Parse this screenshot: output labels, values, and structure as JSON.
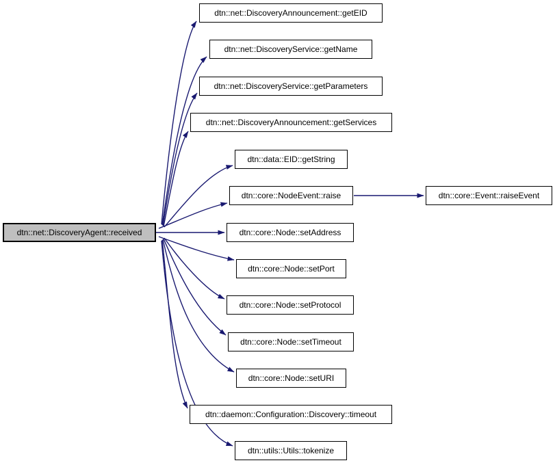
{
  "diagram": {
    "type": "call-graph",
    "background_color": "#ffffff",
    "colors": {
      "edge": "#191970",
      "node_border": "#000000",
      "node_fill": "#ffffff",
      "highlight_fill": "#bfbfbf",
      "text": "#000000"
    },
    "nodes": [
      {
        "id": "received",
        "label": "dtn::net::DiscoveryAgent::received",
        "highlighted": true
      },
      {
        "id": "geteid",
        "label": "dtn::net::DiscoveryAnnouncement::getEID",
        "highlighted": false
      },
      {
        "id": "getname",
        "label": "dtn::net::DiscoveryService::getName",
        "highlighted": false
      },
      {
        "id": "getparameters",
        "label": "dtn::net::DiscoveryService::getParameters",
        "highlighted": false
      },
      {
        "id": "getservices",
        "label": "dtn::net::DiscoveryAnnouncement::getServices",
        "highlighted": false
      },
      {
        "id": "getstring",
        "label": "dtn::data::EID::getString",
        "highlighted": false
      },
      {
        "id": "raise",
        "label": "dtn::core::NodeEvent::raise",
        "highlighted": false
      },
      {
        "id": "raiseevent",
        "label": "dtn::core::Event::raiseEvent",
        "highlighted": false
      },
      {
        "id": "setaddress",
        "label": "dtn::core::Node::setAddress",
        "highlighted": false
      },
      {
        "id": "setport",
        "label": "dtn::core::Node::setPort",
        "highlighted": false
      },
      {
        "id": "setprotocol",
        "label": "dtn::core::Node::setProtocol",
        "highlighted": false
      },
      {
        "id": "settimeout",
        "label": "dtn::core::Node::setTimeout",
        "highlighted": false
      },
      {
        "id": "seturi",
        "label": "dtn::core::Node::setURI",
        "highlighted": false
      },
      {
        "id": "timeout",
        "label": "dtn::daemon::Configuration::Discovery::timeout",
        "highlighted": false
      },
      {
        "id": "tokenize",
        "label": "dtn::utils::Utils::tokenize",
        "highlighted": false
      }
    ],
    "edges": [
      {
        "from": "received",
        "to": "geteid"
      },
      {
        "from": "received",
        "to": "getname"
      },
      {
        "from": "received",
        "to": "getparameters"
      },
      {
        "from": "received",
        "to": "getservices"
      },
      {
        "from": "received",
        "to": "getstring"
      },
      {
        "from": "received",
        "to": "raise"
      },
      {
        "from": "received",
        "to": "setaddress"
      },
      {
        "from": "received",
        "to": "setport"
      },
      {
        "from": "received",
        "to": "setprotocol"
      },
      {
        "from": "received",
        "to": "settimeout"
      },
      {
        "from": "received",
        "to": "seturi"
      },
      {
        "from": "received",
        "to": "timeout"
      },
      {
        "from": "received",
        "to": "tokenize"
      },
      {
        "from": "raise",
        "to": "raiseevent"
      }
    ]
  }
}
